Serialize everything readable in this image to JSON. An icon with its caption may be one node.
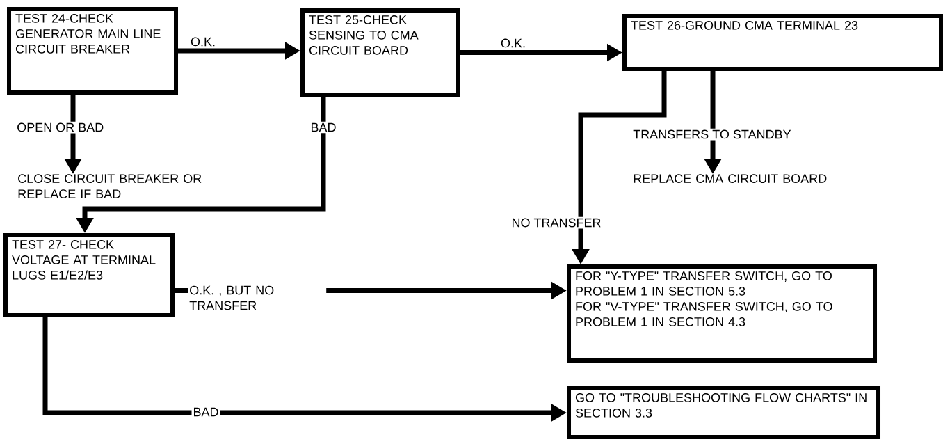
{
  "diagram": {
    "nodes": [
      {
        "text": [
          "TEST 24-CHECK GENERATOR MAIN LINE CIRCUIT BREAKER"
        ]
      },
      {
        "text": [
          "TEST 25-CHECK SENSING TO CMA CIRCUIT BOARD"
        ]
      },
      {
        "text": [
          "TEST 26-GROUND CMA TERMINAL 23"
        ]
      },
      {
        "text": [
          "CLOSE CIRCUIT BREAKER OR REPLACE IF BAD"
        ]
      },
      {
        "text": [
          "REPLACE CMA CIRCUIT BOARD"
        ]
      },
      {
        "text": [
          "TEST 27- CHECK VOLTAGE AT TERMINAL LUGS E1/E2/E3"
        ]
      },
      {
        "text": [
          "FOR \"Y-TYPE\" TRANSFER SWITCH, GO TO PROBLEM 1 IN SECTION 5.3",
          "FOR \"V-TYPE\" TRANSFER SWITCH, GO TO PROBLEM 1 IN SECTION 4.3"
        ]
      },
      {
        "text": [
          "GO TO \"TROUBLESHOOTING FLOW CHARTS\" IN SECTION 3.3"
        ]
      }
    ],
    "edges": [
      {
        "from": 0,
        "to": 1,
        "arrow": "to",
        "label": "O.K."
      },
      {
        "from": 1,
        "to": 2,
        "arrow": "to",
        "label": "O.K."
      },
      {
        "from": 0,
        "to": 3,
        "arrow": "to",
        "label": "OPEN OR BAD"
      },
      {
        "from": 1,
        "to": 5,
        "arrow": "to",
        "label": "BAD"
      },
      {
        "from": 2,
        "to": 6,
        "arrow": "to",
        "label": "NO TRANSFER"
      },
      {
        "from": 2,
        "to": 4,
        "arrow": "to",
        "label": "TRANSFERS TO STANDBY"
      },
      {
        "from": 5,
        "to": 6,
        "arrow": "to",
        "label": "O.K. , BUT NO TRANSFER"
      },
      {
        "from": 5,
        "to": 7,
        "arrow": "to",
        "label": "BAD"
      }
    ]
  }
}
